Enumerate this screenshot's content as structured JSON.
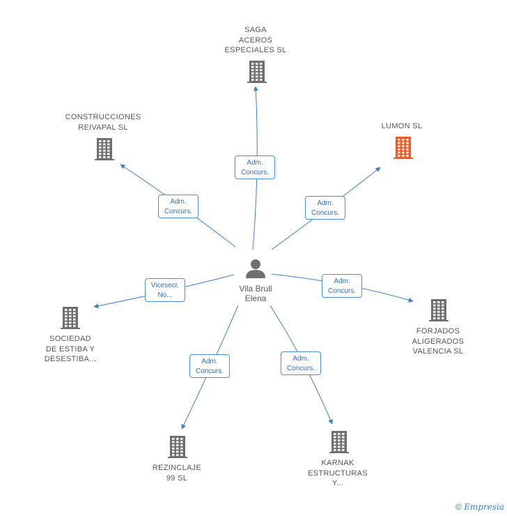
{
  "center": {
    "name_lines": [
      "Vila Brull",
      "Elena"
    ],
    "icon": "person-icon"
  },
  "companies": [
    {
      "id": "saga",
      "lines": [
        "SAGA",
        "ACEROS",
        "ESPECIALES SL"
      ],
      "color": "#6f6f6f",
      "icon": "building-icon"
    },
    {
      "id": "construcciones",
      "lines": [
        "CONSTRUCCIONES",
        "REIVAPAL SL"
      ],
      "color": "#6f6f6f",
      "icon": "building-icon"
    },
    {
      "id": "lumon",
      "lines": [
        "LUMON SL"
      ],
      "color": "#f05a2a",
      "icon": "building-icon"
    },
    {
      "id": "sociedad",
      "lines": [
        "SOCIEDAD",
        "DE ESTIBA Y",
        "DESESTIBA..."
      ],
      "color": "#6f6f6f",
      "icon": "building-icon"
    },
    {
      "id": "forjados",
      "lines": [
        "FORJADOS",
        "ALIGERADOS",
        "VALENCIA SL"
      ],
      "color": "#6f6f6f",
      "icon": "building-icon"
    },
    {
      "id": "rezinclaje",
      "lines": [
        "REZINCLAJE",
        "99 SL"
      ],
      "color": "#6f6f6f",
      "icon": "building-icon"
    },
    {
      "id": "karnak",
      "lines": [
        "KARNAK",
        "ESTRUCTURAS",
        "Y..."
      ],
      "color": "#6f6f6f",
      "icon": "building-icon"
    }
  ],
  "relations": [
    {
      "to": "saga",
      "lines": [
        "Adm.",
        "Concurs."
      ]
    },
    {
      "to": "construcciones",
      "lines": [
        "Adm.",
        "Concurs."
      ]
    },
    {
      "to": "lumon",
      "lines": [
        "Adm.",
        "Concurs."
      ]
    },
    {
      "to": "sociedad",
      "lines": [
        "Vicesecr.",
        "No..."
      ]
    },
    {
      "to": "forjados",
      "lines": [
        "Adm.",
        "Concurs."
      ]
    },
    {
      "to": "rezinclaje",
      "lines": [
        "Adm.",
        "Concurs."
      ]
    },
    {
      "to": "karnak",
      "lines": [
        "Adm.",
        "Concurs."
      ]
    }
  ],
  "colors": {
    "edge": "#3b7fd1",
    "badge_border": "#4a90d9",
    "badge_text": "#2f6fbd",
    "label": "#555555",
    "person": "#707070"
  },
  "footer": {
    "copyright": "©",
    "brand": "Empresia"
  }
}
